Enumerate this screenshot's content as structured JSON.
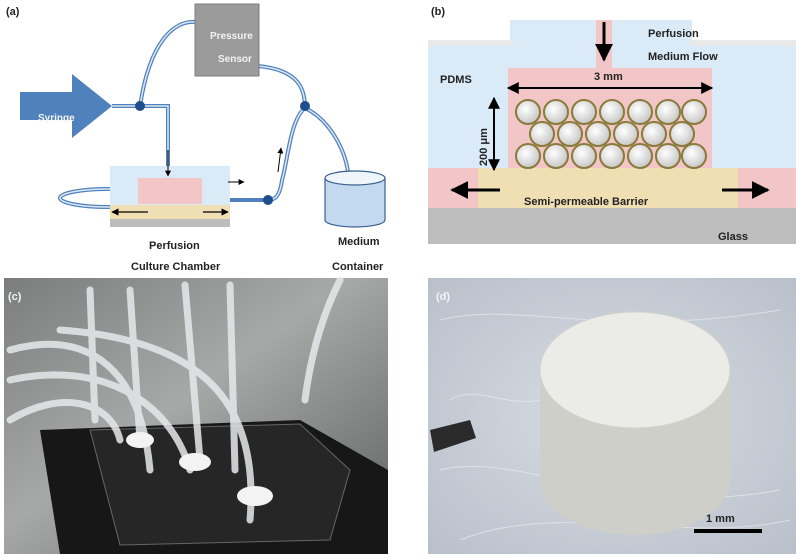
{
  "panels": {
    "a": {
      "tag": "(a)",
      "syringe_label": "Syringe",
      "pressure_sensor_line1": "Pressure",
      "pressure_sensor_line2": "Sensor",
      "chamber_label_line1": "Perfusion",
      "chamber_label_line2": "Culture Chamber",
      "container_label_line1": "Medium",
      "container_label_line2": "Container"
    },
    "b": {
      "tag": "(b)",
      "perfusion_line1": "Perfusion",
      "perfusion_line2": "Medium Flow",
      "pdms_label": "PDMS",
      "width_label": "3 mm",
      "height_label": "200 μm",
      "barrier_label": "Semi-permeable Barrier",
      "glass_label": "Glass"
    },
    "c": {
      "tag": "(c)"
    },
    "d": {
      "tag": "(d)",
      "scale_label": "1 mm"
    }
  },
  "colors": {
    "syringe": "#4f81bd",
    "sensor": "#9b9b9b",
    "pdms": "#dbeaf7",
    "scaffold": "#f2c6c6",
    "barrier": "#f1dfb4",
    "glass": "#bdbdbd",
    "tubing": "#4f81bd"
  }
}
